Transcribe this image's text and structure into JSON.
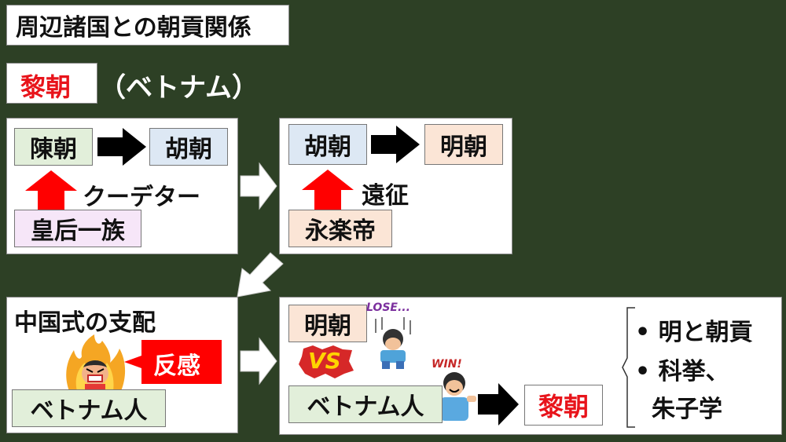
{
  "title": "周辺諸国との朝貢関係",
  "heading": {
    "dynasty": "黎朝",
    "country": "（ベトナム）"
  },
  "panel1": {
    "from": "陳朝",
    "to": "胡朝",
    "event": "クーデター",
    "actor": "皇后一族"
  },
  "panel2": {
    "from": "胡朝",
    "to": "明朝",
    "event": "遠征",
    "actor": "永楽帝"
  },
  "panel3": {
    "rule": "中国式の支配",
    "reaction": "反感",
    "people": "ベトナム人"
  },
  "panel4": {
    "ming": "明朝",
    "vs": "VS",
    "lose": "LOSE...",
    "win": "WIN!",
    "people": "ベトナム人",
    "result": "黎朝",
    "points": [
      "明と朝貢",
      "科挙、",
      "朱子学"
    ]
  },
  "colors": {
    "background": "#2d4025",
    "accent_red": "#e8141b",
    "arrow_red": "#ff0000",
    "green_tag": "#e2efda",
    "blue_tag": "#dde8f4",
    "peach_tag": "#fbe5d6",
    "pink_tag": "#f6e6f8"
  }
}
